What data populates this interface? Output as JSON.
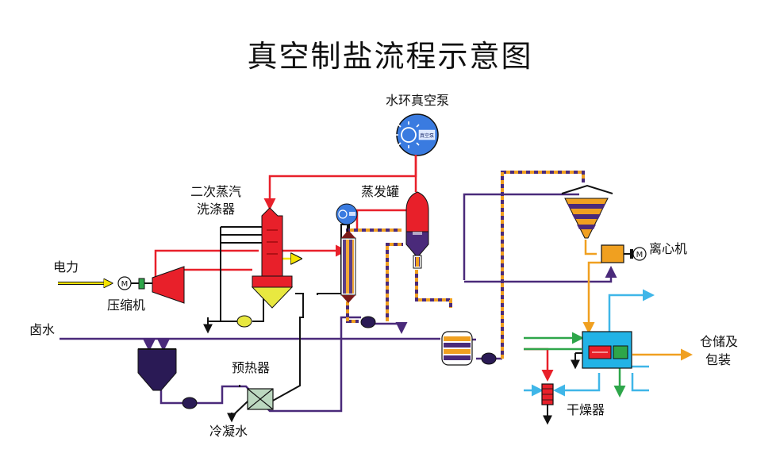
{
  "title": "真空制盐流程示意图",
  "labels": {
    "vacuum_pump": "水环真空泵",
    "secondary_scrubber_line1": "二次蒸汽",
    "secondary_scrubber_line2": "洗涤器",
    "evaporator": "蒸发罐",
    "electricity": "电力",
    "compressor": "压缩机",
    "brine": "卤水",
    "preheater": "预热器",
    "condensate": "冷凝水",
    "centrifuge": "离心机",
    "storage_line1": "仓储及",
    "storage_line2": "包装",
    "dryer": "干燥器"
  },
  "pump_inner_text": "真空泵",
  "motor_symbol": "M",
  "colors": {
    "steam_red": "#e8202a",
    "brine_purple": "#4a2a7a",
    "slurry_orange": "#f0a020",
    "condensate_black": "#111111",
    "power_yellow": "#f5e400",
    "air_blue": "#3fb6e8",
    "air_green": "#2ea64a",
    "pump_blue": "#3a7be0",
    "dryer_cyan": "#22b3e6"
  }
}
